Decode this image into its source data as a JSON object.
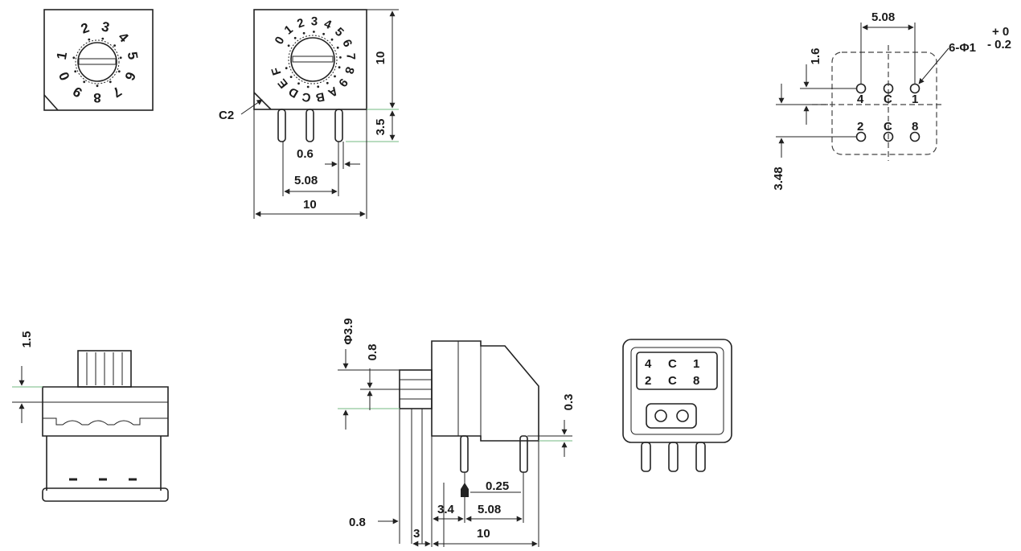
{
  "dial_small": {
    "digits": [
      "2",
      "3",
      "4",
      "5",
      "6",
      "7",
      "8",
      "9",
      "0",
      "1"
    ]
  },
  "dial_hex": {
    "chars": [
      "0",
      "1",
      "2",
      "3",
      "4",
      "5",
      "6",
      "7",
      "8",
      "9",
      "A",
      "B",
      "C",
      "D",
      "E",
      "F"
    ]
  },
  "front_view": {
    "dims": {
      "height": "10",
      "pin_length": "3.5",
      "pin_width": "0.6",
      "pin_pitch": "5.08",
      "width": "10",
      "chamfer": "C2"
    }
  },
  "footprint": {
    "dims": {
      "pitch": "5.08",
      "offset": "1.6",
      "row_spacing": "3.48",
      "hole_spec": "6-Φ1",
      "tol_plus": "+ 0",
      "tol_minus": "- 0.2"
    },
    "pin_labels": {
      "top": [
        "4",
        "C",
        "1"
      ],
      "bottom": [
        "2",
        "C",
        "8"
      ]
    }
  },
  "side_view": {
    "dims": {
      "top_height": "1.5"
    }
  },
  "profile_view": {
    "dims": {
      "shaft_dia": "Φ3.9",
      "shaft_gap": "0.8",
      "standoff": "0.3",
      "tab": "0.25",
      "offset": "3.4",
      "pitch": "5.08",
      "base_offset": "0.8",
      "base_width": "3",
      "body_width": "10"
    }
  },
  "bottom_view": {
    "labels": {
      "row1": [
        "4",
        "C",
        "1"
      ],
      "row2": [
        "2",
        "C",
        "8"
      ]
    }
  },
  "colors": {
    "line": "#222222",
    "accent": "#8fc79a"
  }
}
